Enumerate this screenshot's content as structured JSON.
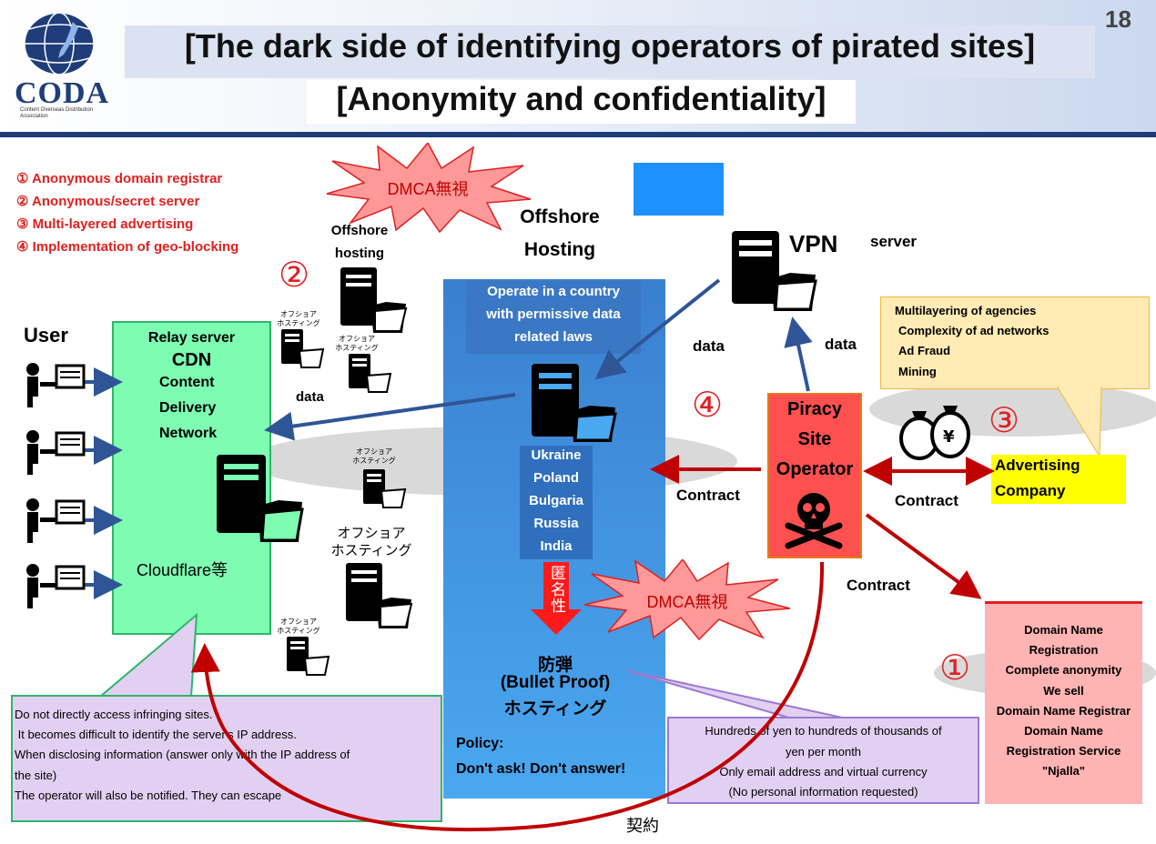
{
  "header": {
    "page_number": "18",
    "title": "[The dark side of identifying operators of pirated sites]",
    "subtitle": "[Anonymity and confidentiality]",
    "logo_text": "CODA",
    "logo_subtext": "Content Overseas Distribution Association"
  },
  "legend": [
    "① Anonymous domain registrar",
    "② Anonymous/secret server",
    "③ Multi-layered advertising",
    "④ Implementation of geo-blocking"
  ],
  "user": {
    "label": "User"
  },
  "cdn": {
    "relay_label": "Relay server",
    "cdn_label": "CDN",
    "line1": "Content",
    "line2": "Delivery",
    "line3": "Network",
    "provider": "Cloudflare等"
  },
  "offshore_small": {
    "label_line1": "Offshore",
    "label_line2": "hosting",
    "circle_num": "②",
    "small_label_a": "オフショア",
    "small_label_b": "ホスティング",
    "mid_label_line1": "オフショア",
    "mid_label_line2": "ホスティング"
  },
  "dmca_top": "DMCA無視",
  "dmca_mid": "DMCA無視",
  "offshore_hosting": {
    "title_line1": "Offshore",
    "title_line2": "Hosting",
    "desc_line1": "Operate in a country",
    "desc_line2": "with permissive data",
    "desc_line3": "related laws",
    "countries": [
      "Ukraine",
      "Poland",
      "Bulgaria",
      "Russia",
      "India"
    ],
    "anonymity": "匿名性",
    "bp_line1": "防弾",
    "bp_line2": "(Bullet Proof)",
    "bp_line3": "ホスティング",
    "policy_label": "Policy:",
    "policy_text": "Don't ask! Don't answer!"
  },
  "vpn": {
    "label": "VPN",
    "server": "server"
  },
  "data_labels": {
    "a": "data",
    "b": "data",
    "c": "data"
  },
  "geo": {
    "circle_num": "④"
  },
  "piracy": {
    "line1": "Piracy",
    "line2": "Site",
    "line3": "Operator"
  },
  "contracts": {
    "left": "Contract",
    "right": "Contract",
    "bottom": "Contract",
    "jp": "契約"
  },
  "ads": {
    "circle_num": "③",
    "company_line1": "Advertising",
    "company_line2": "Company",
    "callout": [
      "Multilayering of agencies",
      "Complexity of ad networks",
      "Ad Fraud",
      "Mining"
    ]
  },
  "domain": {
    "circle_num": "①",
    "lines": [
      "Domain Name",
      "Registration",
      "Complete anonymity",
      "We sell",
      "Domain Name Registrar",
      "Domain Name",
      "Registration Service",
      "\"Njalla\""
    ]
  },
  "cdn_callout": [
    "Do not directly access infringing sites.",
    " It becomes difficult to identify the server's IP address.",
    "When disclosing information (answer only with the IP address of",
    "the site)",
    "The operator will also be notified. They can escape"
  ],
  "hosting_callout": [
    "Hundreds of yen to hundreds of thousands of",
    "yen per month",
    "Only email address and virtual currency",
    "(No personal information requested)"
  ],
  "colors": {
    "header_bar": "#1f3d7a",
    "cdn_green": "#7dfcb2",
    "offshore_blue": "#4aa8f0",
    "piracy_red": "#ff5050",
    "ad_yellow": "#ffff00",
    "domain_pink": "#ffb3b3",
    "callout_lavender": "#e2d0f2",
    "arrow_blue": "#2f5597",
    "arrow_red": "#c00000"
  }
}
